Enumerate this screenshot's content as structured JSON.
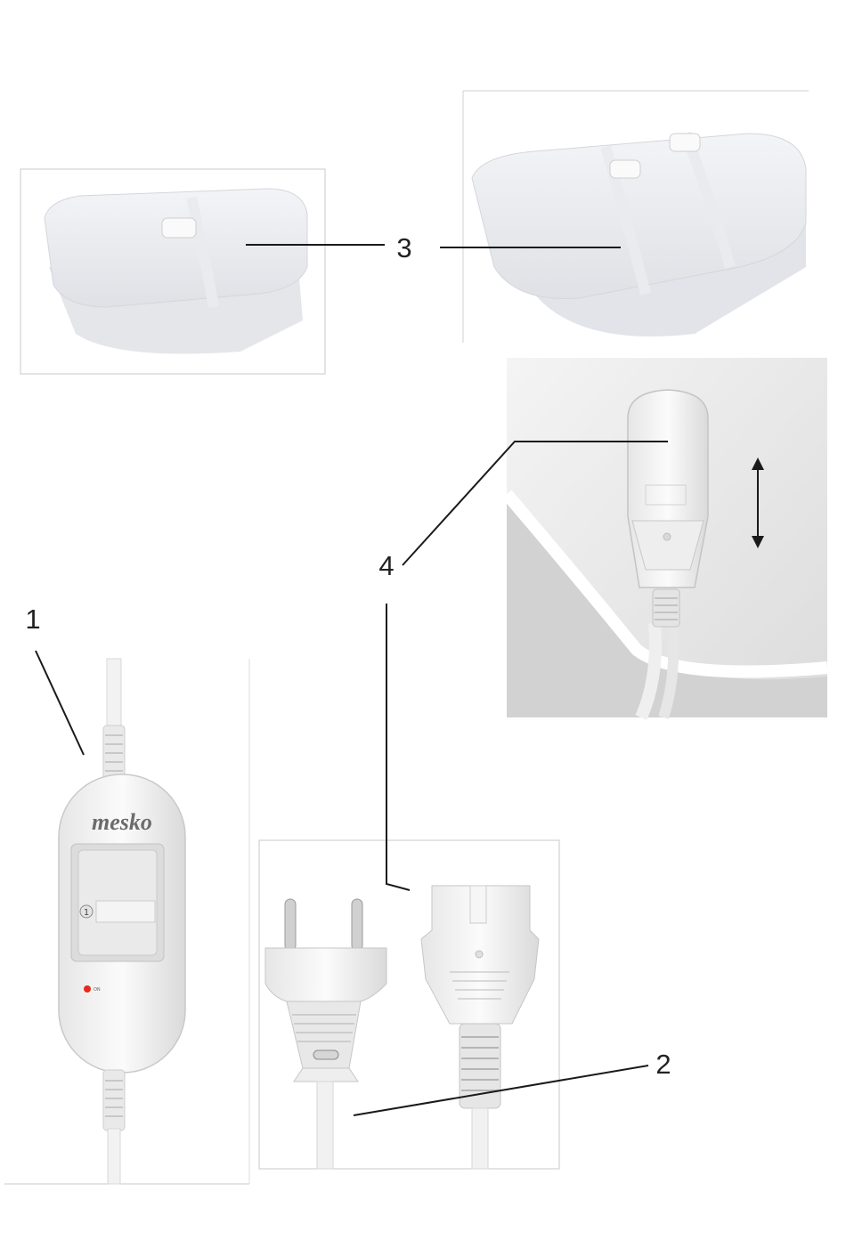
{
  "callouts": {
    "control_unit": "1",
    "power_plug": "2",
    "blanket": "3",
    "connector": "4"
  },
  "controller": {
    "brand": "mesko",
    "switch_mark": "1",
    "indicator_label": "ON"
  },
  "colors": {
    "line": "#1a1a1a",
    "indicator": "#e8281e",
    "frame": "#c8c8c8"
  }
}
